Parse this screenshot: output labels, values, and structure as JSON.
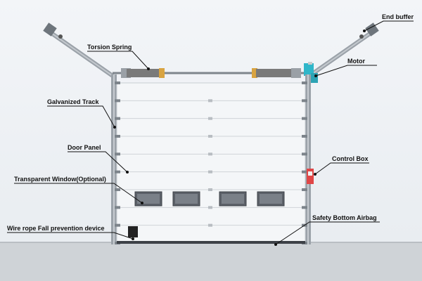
{
  "labels": {
    "end_buffer": "End buffer",
    "torsion_spring": "Torsion Spring",
    "motor": "Motor",
    "galvanized_track": "Galvanized Track",
    "door_panel": "Door Panel",
    "control_box": "Control Box",
    "transparent_window": "Transparent Window(Optional)",
    "safety_bottom_airbag": "Safety Bottom Airbag",
    "wire_rope": "Wire rope Fall prevention device"
  },
  "colors": {
    "wall": "#eef1f4",
    "floor": "#cfd3d7",
    "panel": "#f4f6f8",
    "track": "#8a9199",
    "spring": "#7a7a7a",
    "spring_collar": "#d9a441",
    "motor": "#2fb6c9",
    "control_box": "#e04646",
    "window": "#5b6068",
    "callout": "#111111"
  },
  "door": {
    "panel_count": 9,
    "window_count": 4
  }
}
